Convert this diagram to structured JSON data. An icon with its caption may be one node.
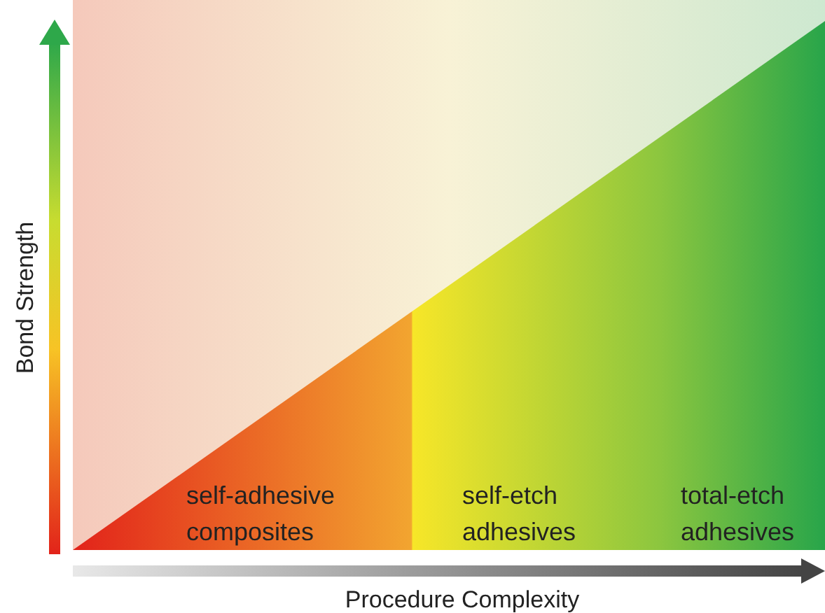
{
  "diagram": {
    "labels": [
      "Bond Strength",
      "self-adhesive composites",
      "self-etch adhesives",
      "total-etch adhesives",
      "Procedure Complexity"
    ]
  }
}
